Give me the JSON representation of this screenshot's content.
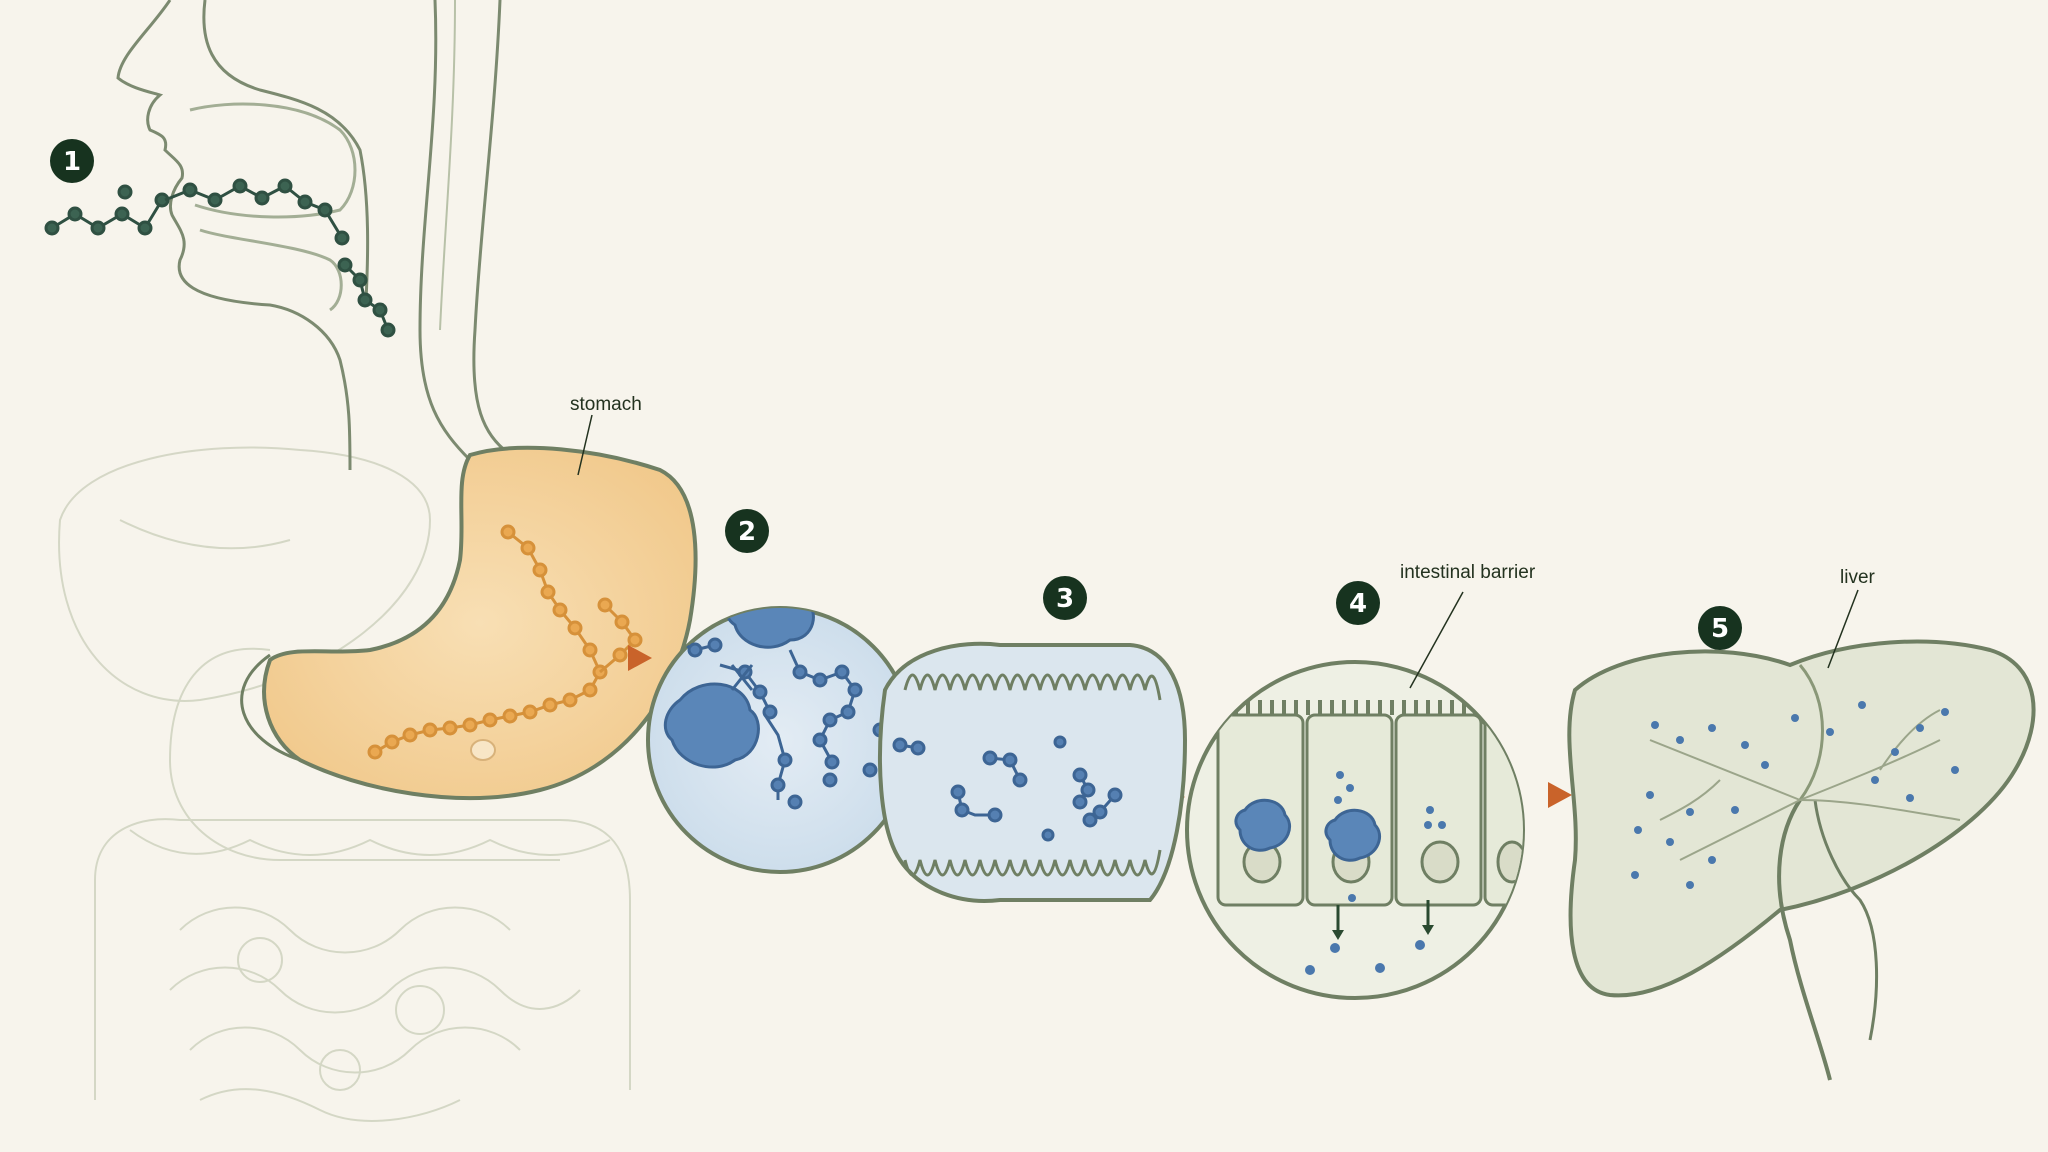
{
  "labels": {
    "stomach": "stomach",
    "intestinal_barrier": "intestinal barrier",
    "liver": "liver"
  },
  "steps": [
    "1",
    "2",
    "3",
    "4",
    "5"
  ],
  "colors": {
    "background": "#f7f4ec",
    "outline": "#6f7f63",
    "badge": "#17331f",
    "protein_dark": "#2f5042",
    "protein_orange": "#e3a24a",
    "stomach_fill": "#f5d9ae",
    "enzyme_blue": "#4a78ad",
    "lumen_blue": "#d7e4ef",
    "arrow": "#c9632a"
  }
}
